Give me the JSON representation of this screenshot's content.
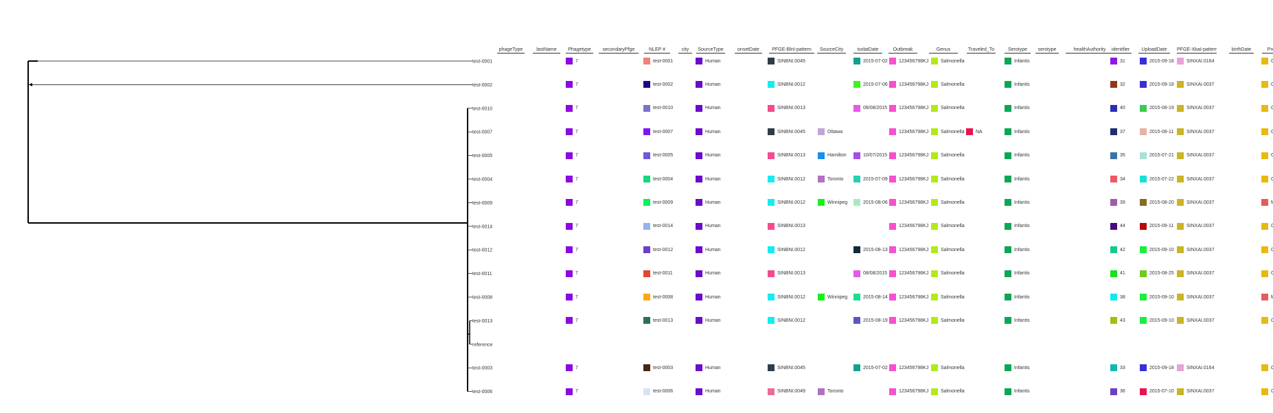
{
  "columns": [
    "phageType",
    "lastName",
    "Phagetype",
    "secondaryPfge",
    "NLEP #",
    "city",
    "SourceType",
    "onsetDate",
    "PFGE-BlnI-pattern",
    "SourceCity",
    "isolatDate",
    "Outbreak",
    "Genus",
    "Traveled_To",
    "Serotype",
    "serotype",
    "healthAuthority",
    "identifier",
    "UploadDate",
    "PFGE-XbaI-pattern",
    "birthDate",
    "Prov"
  ],
  "tips": [
    {
      "label": "test-0001",
      "cells": {
        "Phagetype": {
          "text": "7",
          "color": "#8a09e3"
        },
        "NLEP #": {
          "text": "test-0001",
          "color": "#f08373"
        },
        "SourceType": {
          "text": "Human",
          "color": "#6a0ccc"
        },
        "PFGE-BlnI-pattern": {
          "text": "SINBNI.0045",
          "color": "#2f3d4a"
        },
        "isolatDate": {
          "text": "2015-07-02",
          "color": "#159e92"
        },
        "Outbreak": {
          "text": "123456798KJ",
          "color": "#f750d0"
        },
        "Genus": {
          "text": "Salmonella",
          "color": "#b2ea17"
        },
        "Serotype": {
          "text": "Infantis",
          "color": "#0da656"
        },
        "identifier": {
          "text": "31",
          "color": "#8f16e8"
        },
        "UploadDate": {
          "text": "2015-09-18",
          "color": "#3a2fd6"
        },
        "PFGE-XbaI-pattern": {
          "text": "SINXAI.0164",
          "color": "#e7a3d5"
        },
        "Prov": {
          "text": "O",
          "color": "#e8b90f"
        }
      }
    },
    {
      "label": "test-0002",
      "cells": {
        "Phagetype": {
          "text": "7",
          "color": "#8a09e3"
        },
        "NLEP #": {
          "text": "test-0002",
          "color": "#190a8a"
        },
        "SourceType": {
          "text": "Human",
          "color": "#6a0ccc"
        },
        "PFGE-BlnI-pattern": {
          "text": "SINBNI.0012",
          "color": "#14ecf0"
        },
        "isolatDate": {
          "text": "2015-07-06",
          "color": "#3cf51f"
        },
        "Outbreak": {
          "text": "123456798KJ",
          "color": "#f750d0"
        },
        "Genus": {
          "text": "Salmonella",
          "color": "#b2ea17"
        },
        "Serotype": {
          "text": "Infantis",
          "color": "#0da656"
        },
        "identifier": {
          "text": "32",
          "color": "#8f3a13"
        },
        "UploadDate": {
          "text": "2015-09-18",
          "color": "#3a2fd6"
        },
        "PFGE-XbaI-pattern": {
          "text": "SINXAI.0037",
          "color": "#c9b525"
        },
        "Prov": {
          "text": "O",
          "color": "#e8b90f"
        }
      }
    },
    {
      "label": "test-0010",
      "cells": {
        "Phagetype": {
          "text": "7",
          "color": "#8a09e3"
        },
        "NLEP #": {
          "text": "test-0010",
          "color": "#7a74c9"
        },
        "SourceType": {
          "text": "Human",
          "color": "#6a0ccc"
        },
        "PFGE-BlnI-pattern": {
          "text": "SINBNI.0013",
          "color": "#f24c8c"
        },
        "isolatDate": {
          "text": "08/08/2015",
          "color": "#e45ae0"
        },
        "Outbreak": {
          "text": "123456798KJ",
          "color": "#f750d0"
        },
        "Genus": {
          "text": "Salmonella",
          "color": "#b2ea17"
        },
        "Serotype": {
          "text": "Infantis",
          "color": "#0da656"
        },
        "identifier": {
          "text": "40",
          "color": "#2a2fb5"
        },
        "UploadDate": {
          "text": "2015-08-19",
          "color": "#3ec94f"
        },
        "PFGE-XbaI-pattern": {
          "text": "SINXAI.0037",
          "color": "#c9b525"
        },
        "Prov": {
          "text": "O",
          "color": "#e8b90f"
        }
      }
    },
    {
      "label": "test-0007",
      "cells": {
        "Phagetype": {
          "text": "7",
          "color": "#8a09e3"
        },
        "NLEP #": {
          "text": "test-0007",
          "color": "#7a1af2"
        },
        "SourceType": {
          "text": "Human",
          "color": "#6a0ccc"
        },
        "PFGE-BlnI-pattern": {
          "text": "SINBNI.0045",
          "color": "#2f3d4a"
        },
        "SourceCity": {
          "text": "Ottawa",
          "color": "#c0a6d6"
        },
        "Outbreak": {
          "text": "123456798KJ",
          "color": "#f750d0"
        },
        "Genus": {
          "text": "Salmonella",
          "color": "#b2ea17"
        },
        "Traveled_To": {
          "text": "NA",
          "color": "#e8134f"
        },
        "Serotype": {
          "text": "Infantis",
          "color": "#0da656"
        },
        "identifier": {
          "text": "37",
          "color": "#1d2f6e"
        },
        "UploadDate": {
          "text": "2015-08-11",
          "color": "#e5b3a5"
        },
        "PFGE-XbaI-pattern": {
          "text": "SINXAI.0037",
          "color": "#c9b525"
        },
        "Prov": {
          "text": "O",
          "color": "#e8b90f"
        }
      }
    },
    {
      "label": "test-0005",
      "cells": {
        "Phagetype": {
          "text": "7",
          "color": "#8a09e3"
        },
        "NLEP #": {
          "text": "test-0005",
          "color": "#7257d8"
        },
        "SourceType": {
          "text": "Human",
          "color": "#6a0ccc"
        },
        "PFGE-BlnI-pattern": {
          "text": "SINBNI.0013",
          "color": "#f24c8c"
        },
        "SourceCity": {
          "text": "Hamilton",
          "color": "#1b8fe8"
        },
        "isolatDate": {
          "text": "10/07/2015",
          "color": "#a64fe8"
        },
        "Outbreak": {
          "text": "123456798KJ",
          "color": "#f750d0"
        },
        "Genus": {
          "text": "Salmonella",
          "color": "#b2ea17"
        },
        "Serotype": {
          "text": "Infantis",
          "color": "#0da656"
        },
        "identifier": {
          "text": "35",
          "color": "#3a74a8"
        },
        "UploadDate": {
          "text": "2015-07-21",
          "color": "#a6e3d6"
        },
        "PFGE-XbaI-pattern": {
          "text": "SINXAI.0037",
          "color": "#c9b525"
        },
        "Prov": {
          "text": "O",
          "color": "#e8b90f"
        }
      }
    },
    {
      "label": "test-0004",
      "cells": {
        "Phagetype": {
          "text": "7",
          "color": "#8a09e3"
        },
        "NLEP #": {
          "text": "test-0004",
          "color": "#16d67e"
        },
        "SourceType": {
          "text": "Human",
          "color": "#6a0ccc"
        },
        "PFGE-BlnI-pattern": {
          "text": "SINBNI.0012",
          "color": "#14ecf0"
        },
        "SourceCity": {
          "text": "Toronto",
          "color": "#b072c0"
        },
        "isolatDate": {
          "text": "2015-07-09",
          "color": "#25cfb3"
        },
        "Outbreak": {
          "text": "123456798KJ",
          "color": "#f750d0"
        },
        "Genus": {
          "text": "Salmonella",
          "color": "#b2ea17"
        },
        "Serotype": {
          "text": "Infantis",
          "color": "#0da656"
        },
        "identifier": {
          "text": "34",
          "color": "#ee5a64"
        },
        "UploadDate": {
          "text": "2015-07-22",
          "color": "#18e0d4"
        },
        "PFGE-XbaI-pattern": {
          "text": "SINXAI.0037",
          "color": "#c9b525"
        },
        "Prov": {
          "text": "O",
          "color": "#e8b90f"
        }
      }
    },
    {
      "label": "test-0009",
      "cells": {
        "Phagetype": {
          "text": "7",
          "color": "#8a09e3"
        },
        "NLEP #": {
          "text": "test-0009",
          "color": "#0ef05c"
        },
        "SourceType": {
          "text": "Human",
          "color": "#6a0ccc"
        },
        "PFGE-BlnI-pattern": {
          "text": "SINBNI.0012",
          "color": "#14ecf0"
        },
        "SourceCity": {
          "text": "Winnipeg",
          "color": "#18f01c"
        },
        "isolatDate": {
          "text": "2015-08-06",
          "color": "#a9ebc0"
        },
        "Outbreak": {
          "text": "123456798KJ",
          "color": "#f750d0"
        },
        "Genus": {
          "text": "Salmonella",
          "color": "#b2ea17"
        },
        "Serotype": {
          "text": "Infantis",
          "color": "#0da656"
        },
        "identifier": {
          "text": "39",
          "color": "#a45aac"
        },
        "UploadDate": {
          "text": "2015-08-20",
          "color": "#8a6a1c"
        },
        "PFGE-XbaI-pattern": {
          "text": "SINXAI.0037",
          "color": "#c9b525"
        },
        "Prov": {
          "text": "M",
          "color": "#ea5a5a"
        }
      }
    },
    {
      "label": "test-0014",
      "cells": {
        "Phagetype": {
          "text": "7",
          "color": "#8a09e3"
        },
        "NLEP #": {
          "text": "test-0014",
          "color": "#95b3ee"
        },
        "SourceType": {
          "text": "Human",
          "color": "#6a0ccc"
        },
        "PFGE-BlnI-pattern": {
          "text": "SINBNI.0013",
          "color": "#f24c8c"
        },
        "Outbreak": {
          "text": "123456798KJ",
          "color": "#f750d0"
        },
        "Genus": {
          "text": "Salmonella",
          "color": "#b2ea17"
        },
        "Serotype": {
          "text": "Infantis",
          "color": "#0da656"
        },
        "identifier": {
          "text": "44",
          "color": "#4a0a7e"
        },
        "UploadDate": {
          "text": "2015-09-11",
          "color": "#b30b0b"
        },
        "PFGE-XbaI-pattern": {
          "text": "SINXAI.0037",
          "color": "#c9b525"
        },
        "Prov": {
          "text": "O",
          "color": "#e8b90f"
        }
      }
    },
    {
      "label": "test-0012",
      "cells": {
        "Phagetype": {
          "text": "7",
          "color": "#8a09e3"
        },
        "NLEP #": {
          "text": "test-0012",
          "color": "#6a3fc9"
        },
        "SourceType": {
          "text": "Human",
          "color": "#6a0ccc"
        },
        "PFGE-BlnI-pattern": {
          "text": "SINBNI.0012",
          "color": "#14ecf0"
        },
        "isolatDate": {
          "text": "2015-08-13",
          "color": "#0e2c36"
        },
        "Outbreak": {
          "text": "123456798KJ",
          "color": "#f750d0"
        },
        "Genus": {
          "text": "Salmonella",
          "color": "#b2ea17"
        },
        "Serotype": {
          "text": "Infantis",
          "color": "#0da656"
        },
        "identifier": {
          "text": "42",
          "color": "#17c98e"
        },
        "UploadDate": {
          "text": "2015-09-10",
          "color": "#18f03c"
        },
        "PFGE-XbaI-pattern": {
          "text": "SINXAI.0037",
          "color": "#c9b525"
        },
        "Prov": {
          "text": "O",
          "color": "#e8b90f"
        }
      }
    },
    {
      "label": "test-0011",
      "cells": {
        "Phagetype": {
          "text": "7",
          "color": "#8a09e3"
        },
        "NLEP #": {
          "text": "test-0011",
          "color": "#e5452e"
        },
        "SourceType": {
          "text": "Human",
          "color": "#6a0ccc"
        },
        "PFGE-BlnI-pattern": {
          "text": "SINBNI.0013",
          "color": "#f24c8c"
        },
        "isolatDate": {
          "text": "08/08/2015",
          "color": "#e45ae0"
        },
        "Outbreak": {
          "text": "123456798KJ",
          "color": "#f750d0"
        },
        "Genus": {
          "text": "Salmonella",
          "color": "#b2ea17"
        },
        "Serotype": {
          "text": "Infantis",
          "color": "#0da656"
        },
        "identifier": {
          "text": "41",
          "color": "#15e11d"
        },
        "UploadDate": {
          "text": "2015-08-25",
          "color": "#6fcb1c"
        },
        "PFGE-XbaI-pattern": {
          "text": "SINXAI.0037",
          "color": "#c9b525"
        },
        "Prov": {
          "text": "O",
          "color": "#e8b90f"
        }
      }
    },
    {
      "label": "test-0008",
      "cells": {
        "Phagetype": {
          "text": "7",
          "color": "#8a09e3"
        },
        "NLEP #": {
          "text": "test-0008",
          "color": "#fbaa10"
        },
        "SourceType": {
          "text": "Human",
          "color": "#6a0ccc"
        },
        "PFGE-BlnI-pattern": {
          "text": "SINBNI.0012",
          "color": "#14ecf0"
        },
        "SourceCity": {
          "text": "Winnipeg",
          "color": "#18f01c"
        },
        "isolatDate": {
          "text": "2015-08-14",
          "color": "#19e08a"
        },
        "Outbreak": {
          "text": "123456798KJ",
          "color": "#f750d0"
        },
        "Genus": {
          "text": "Salmonella",
          "color": "#b2ea17"
        },
        "Serotype": {
          "text": "Infantis",
          "color": "#0da656"
        },
        "identifier": {
          "text": "38",
          "color": "#14e7f0"
        },
        "UploadDate": {
          "text": "2015-09-10",
          "color": "#18f03c"
        },
        "PFGE-XbaI-pattern": {
          "text": "SINXAI.0037",
          "color": "#c9b525"
        },
        "Prov": {
          "text": "M",
          "color": "#ea5a5a"
        }
      }
    },
    {
      "label": "test-0013",
      "cells": {
        "Phagetype": {
          "text": "7",
          "color": "#8a09e3"
        },
        "NLEP #": {
          "text": "test-0013",
          "color": "#2a7060"
        },
        "SourceType": {
          "text": "Human",
          "color": "#6a0ccc"
        },
        "PFGE-BlnI-pattern": {
          "text": "SINBNI.0012",
          "color": "#14ecf0"
        },
        "isolatDate": {
          "text": "2015-08-19",
          "color": "#5a56c0"
        },
        "Outbreak": {
          "text": "123456798KJ",
          "color": "#f750d0"
        },
        "Genus": {
          "text": "Salmonella",
          "color": "#b2ea17"
        },
        "Serotype": {
          "text": "Infantis",
          "color": "#0da656"
        },
        "identifier": {
          "text": "43",
          "color": "#9ec016"
        },
        "UploadDate": {
          "text": "2015-09-10",
          "color": "#18f03c"
        },
        "PFGE-XbaI-pattern": {
          "text": "SINXAI.0037",
          "color": "#c9b525"
        },
        "Prov": {
          "text": "O",
          "color": "#e8b90f"
        }
      }
    },
    {
      "label": "reference",
      "cells": {}
    },
    {
      "label": "test-0003",
      "cells": {
        "Phagetype": {
          "text": "7",
          "color": "#8a09e3"
        },
        "NLEP #": {
          "text": "test-0003",
          "color": "#4a2410"
        },
        "SourceType": {
          "text": "Human",
          "color": "#6a0ccc"
        },
        "PFGE-BlnI-pattern": {
          "text": "SINBNI.0045",
          "color": "#2f3d4a"
        },
        "isolatDate": {
          "text": "2015-07-02",
          "color": "#159e92"
        },
        "Outbreak": {
          "text": "123456798KJ",
          "color": "#f750d0"
        },
        "Genus": {
          "text": "Salmonella",
          "color": "#b2ea17"
        },
        "Serotype": {
          "text": "Infantis",
          "color": "#0da656"
        },
        "identifier": {
          "text": "33",
          "color": "#13b5b9"
        },
        "UploadDate": {
          "text": "2015-09-18",
          "color": "#3a2fd6"
        },
        "PFGE-XbaI-pattern": {
          "text": "SINXAI.0164",
          "color": "#e7a3d5"
        },
        "Prov": {
          "text": "O",
          "color": "#e8b90f"
        }
      }
    },
    {
      "label": "test-0006",
      "cells": {
        "Phagetype": {
          "text": "7",
          "color": "#8a09e3"
        },
        "NLEP #": {
          "text": "test-0006",
          "color": "#d6e4f5"
        },
        "SourceType": {
          "text": "Human",
          "color": "#6a0ccc"
        },
        "PFGE-BlnI-pattern": {
          "text": "SINBNI.0049",
          "color": "#ee6b98"
        },
        "SourceCity": {
          "text": "Toronto",
          "color": "#b072c0"
        },
        "Outbreak": {
          "text": "123456798KJ",
          "color": "#f750d0"
        },
        "Genus": {
          "text": "Salmonella",
          "color": "#b2ea17"
        },
        "Serotype": {
          "text": "Infantis",
          "color": "#0da656"
        },
        "identifier": {
          "text": "36",
          "color": "#6d3fc0"
        },
        "UploadDate": {
          "text": "2015-07-10",
          "color": "#e8134f"
        },
        "PFGE-XbaI-pattern": {
          "text": "SINXAI.0037",
          "color": "#c9b525"
        },
        "Prov": {
          "text": "O",
          "color": "#e8b90f"
        }
      }
    }
  ]
}
